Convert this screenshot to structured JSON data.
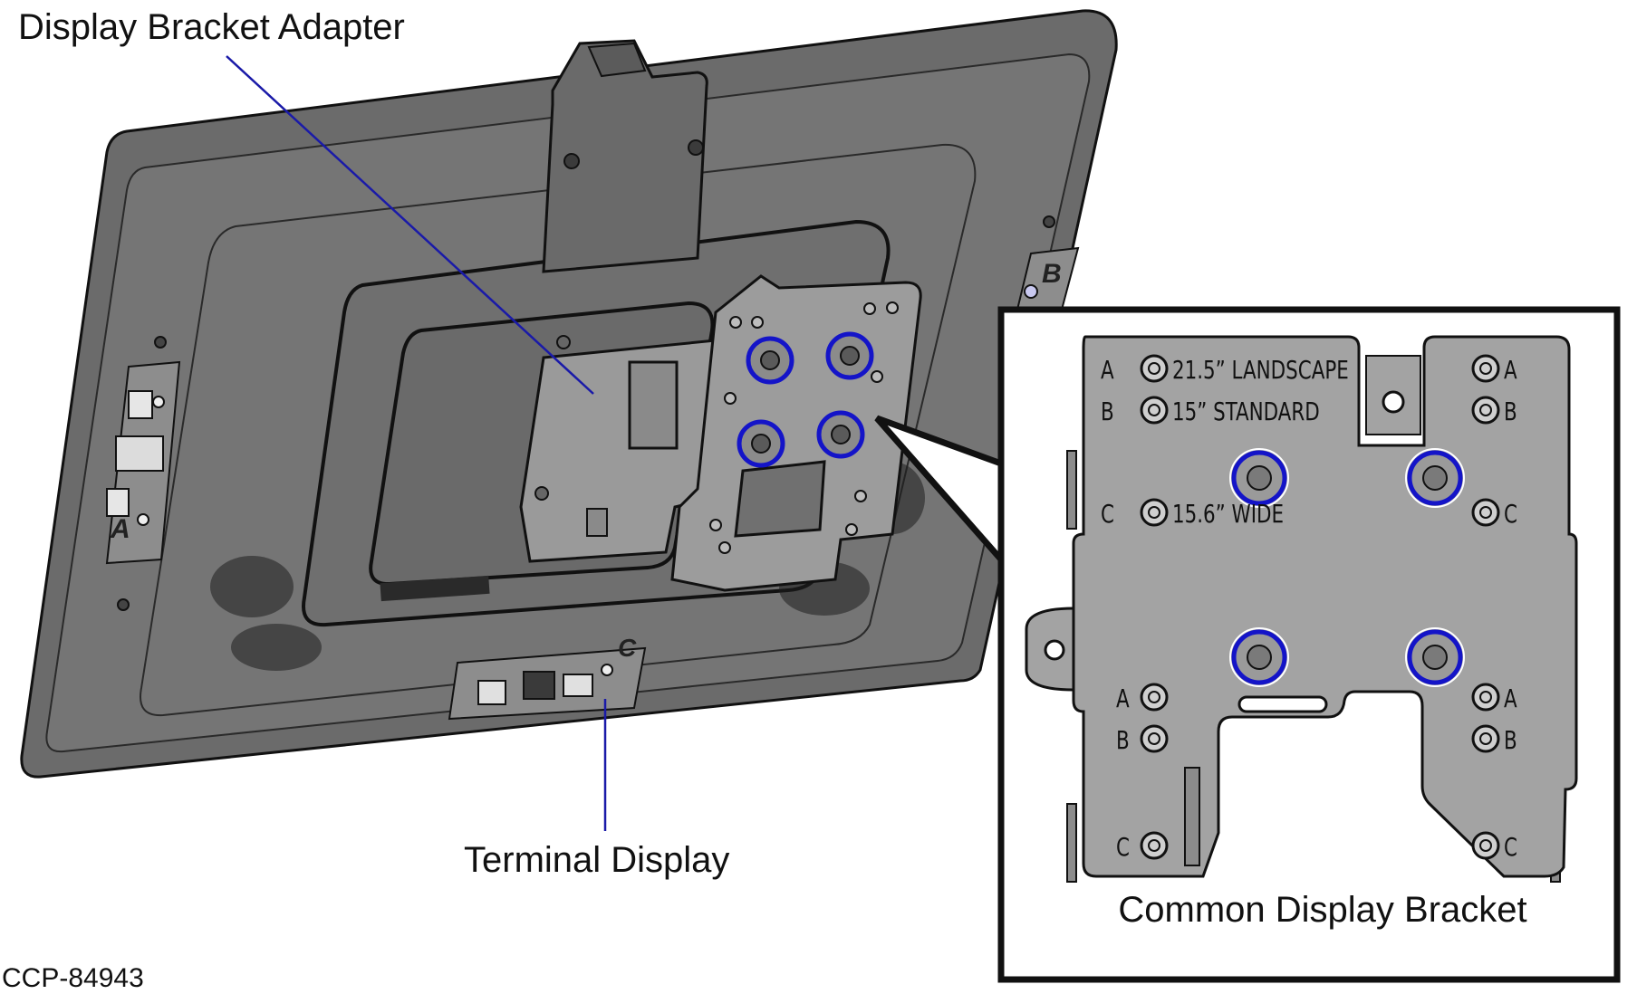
{
  "labels": {
    "display_bracket_adapter": "Display Bracket Adapter",
    "terminal_display": "Terminal Display",
    "common_display_bracket": "Common Display Bracket",
    "figure_id": "CCP-84943"
  },
  "display_side_markers": [
    "A",
    "B",
    "C"
  ],
  "bracket_hole_markings": {
    "left_top": [
      {
        "letter": "A",
        "text": "21.5” LANDSCAPE"
      },
      {
        "letter": "B",
        "text": "15” STANDARD"
      },
      {
        "letter": "C",
        "text": "15.6” WIDE"
      }
    ],
    "right_top": [
      "A",
      "B",
      "C"
    ],
    "left_bottom": [
      "A",
      "B",
      "C"
    ],
    "right_bottom": [
      "A",
      "B",
      "C"
    ]
  },
  "colors": {
    "body_dark": "#6b6b6b",
    "body_mid": "#888888",
    "bracket_light": "#a3a3a3",
    "highlight_ring": "#1414c8",
    "callout_line": "#1a1aa8",
    "outline": "#111111"
  }
}
